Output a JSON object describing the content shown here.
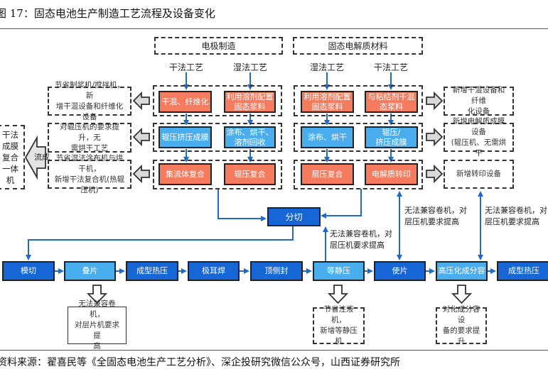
{
  "title": "图 17：固态电池生产制造工艺流程及设备变化",
  "sections": [
    {
      "header": "电极制造",
      "columns": [
        {
          "label": "干法工艺",
          "steps": [
            "干混、纤维化",
            "辊压挤压成膜",
            "集流体复合"
          ]
        },
        {
          "label": "湿法工艺",
          "steps": [
            "利用溶剂配置\n固态浆料",
            "涂布、烘干、\n溶剂回收",
            "辊压复合"
          ]
        }
      ]
    },
    {
      "header": "固态电解质材料",
      "columns": [
        {
          "label": "湿法工艺",
          "steps": [
            "利用溶剂配置\n固态浆料",
            "涂布、烘干",
            "层压复合"
          ]
        },
        {
          "label": "干法工艺",
          "steps": [
            "与粘结剂干混\n态浆料",
            "辊压/\n挤压成膜",
            "电解质转印"
          ]
        }
      ]
    }
  ],
  "left_notes": [
    "节省制浆机/搅拌机，新\n增干混设备和纤维化设备",
    "对辊压机的要求提升，无\n需烘干工艺",
    "节省湿法涂布机与烘干机，\n新增干法复合机(热辊压机)"
  ],
  "left_machine": "干法\n成膜\n复合\n一体\n机",
  "left_arrow_label": "流成",
  "right_notes": [
    "新增干混设备和纤维\n化设备",
    "新增电解质成膜设备\n(辊压机、无需烘干",
    "新增转印设备"
  ],
  "slitting": "分切",
  "annotations": {
    "slitting_up": "无法兼容卷机，对\n层压机要求提高",
    "electrolyte_link": "无法兼容卷机，对\n层压机要求提高",
    "right_link": "无法兼容卷机，对\n层压机要求提高"
  },
  "assembly_steps": [
    {
      "label": "模切",
      "highlight": false
    },
    {
      "label": "叠片",
      "highlight": true
    },
    {
      "label": "成型热压",
      "highlight": false
    },
    {
      "label": "极耳焊",
      "highlight": false
    },
    {
      "label": "顶侧封",
      "highlight": false
    },
    {
      "label": "等静压",
      "highlight": true
    },
    {
      "label": "使片",
      "highlight": false
    },
    {
      "label": "高压化成分容",
      "highlight": true
    },
    {
      "label": "成型热压",
      "highlight": false
    }
  ],
  "bottom_notes": [
    "无法兼容卷机，\n对层片机要求提\n高",
    "节省注液机，\n新增等静压机",
    "对化成分容设\n备的要求提升"
  ],
  "footer": "资料来源：翟喜民等《全固态电池生产工艺分析》、深企投研究微信公众号，山西证券研究所",
  "colors": {
    "material_step": "#f47b5e",
    "process_step": "#4aaeee",
    "assembly_step": "#1766d6",
    "connector": "#1f6ac4"
  }
}
